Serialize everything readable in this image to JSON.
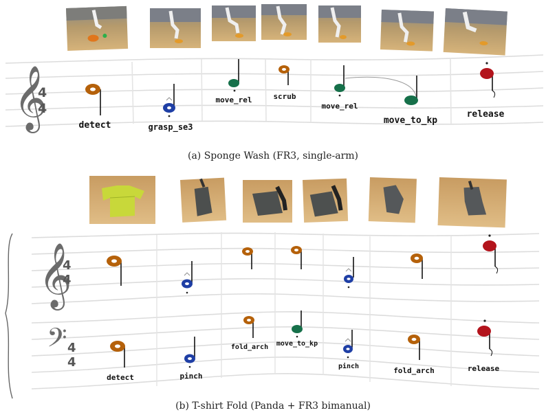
{
  "panel_a": {
    "caption": "(a) Sponge Wash (FR3, single-arm)",
    "time_signature": [
      "4",
      "4"
    ],
    "labels": [
      "detect",
      "grasp_se3",
      "move_rel",
      "scrub",
      "move_rel",
      "move_to_kp",
      "release"
    ]
  },
  "panel_b": {
    "caption": "(b) T-shirt Fold (Panda + FR3 bimanual)",
    "treble_time_signature": [
      "4",
      "4"
    ],
    "bass_time_signature": [
      "4",
      "4"
    ],
    "labels": [
      "detect",
      "pinch",
      "fold_arch",
      "move_to_kp",
      "pinch",
      "fold_arch",
      "release"
    ]
  },
  "colors": {
    "detect": "#b5610a",
    "grasp": "#1f3fa5",
    "move": "#16704a",
    "release": "#b3141c",
    "staff": "#d9d9d9"
  },
  "icons": [
    "treble-clef-icon",
    "bass-clef-icon",
    "grand-staff-brace-icon"
  ]
}
